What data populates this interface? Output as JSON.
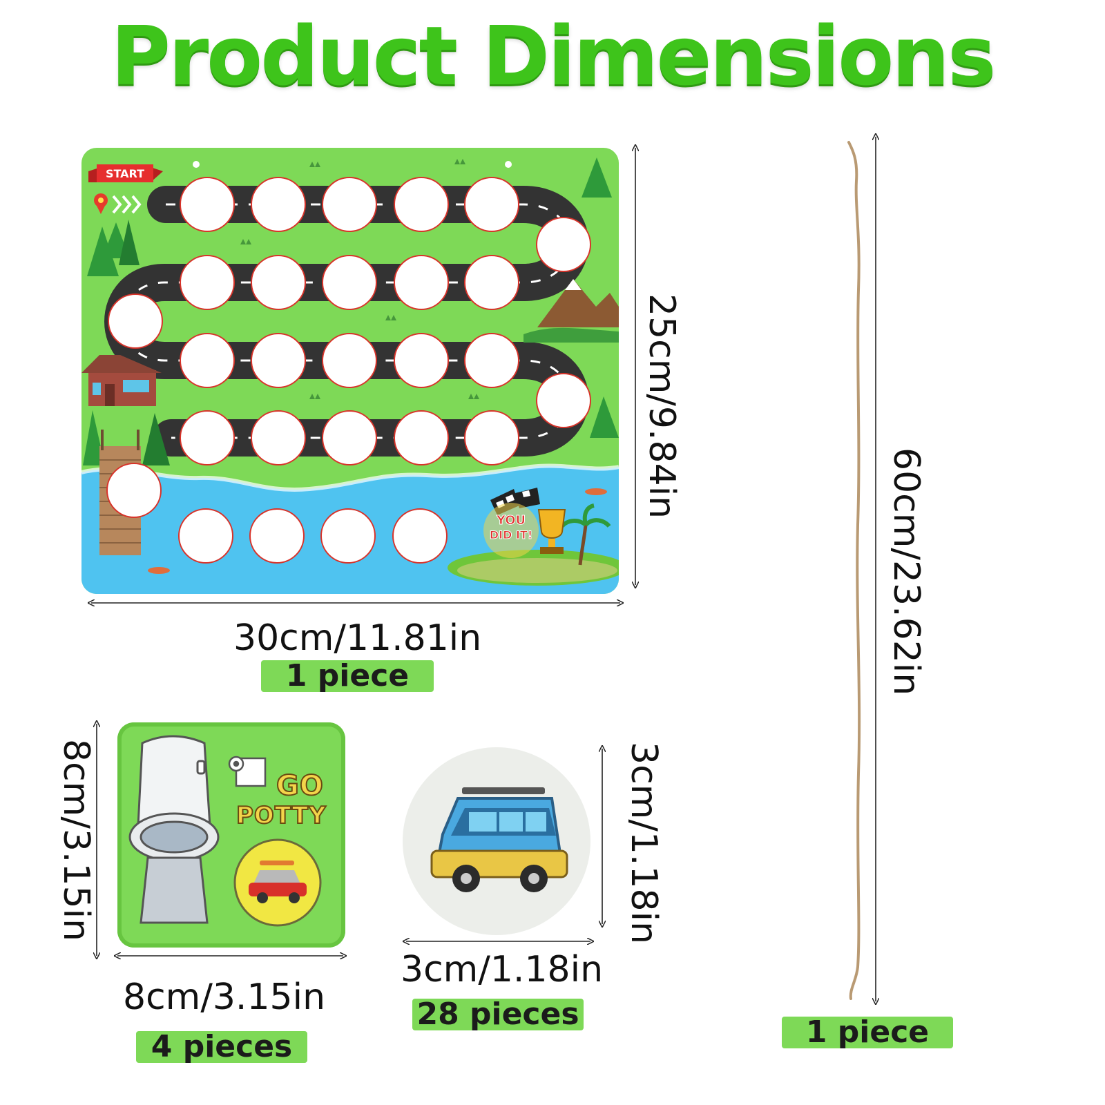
{
  "title": "Product Dimensions",
  "board": {
    "start_label": "START",
    "finish_text_1": "YOU",
    "finish_text_2": "DID IT!",
    "width_label": "30cm/11.81in",
    "height_label": "25cm/9.84in",
    "quantity_label": "1 piece",
    "sticker_slots": 28
  },
  "card": {
    "text_go": "GO",
    "text_potty": "POTTY",
    "width_label": "8cm/3.15in",
    "height_label": "8cm/3.15in",
    "quantity_label": "4 pieces"
  },
  "sticker": {
    "width_label": "3cm/1.18in",
    "height_label": "3cm/1.18in",
    "quantity_label": "28 pieces"
  },
  "rope": {
    "length_label": "60cm/23.62in",
    "quantity_label": "1 piece"
  },
  "colors": {
    "title_green": "#3ec41b",
    "badge_green": "#7ed957",
    "board_grass": "#7ed957",
    "water": "#4fc3f0",
    "road": "#333333",
    "slot_border": "#d8332a",
    "rope": "#b99a73"
  },
  "icons": [
    "start-flag-icon",
    "map-pin-icon",
    "chevron-arrows-icon",
    "tree-icon",
    "mountain-icon",
    "house-icon",
    "dock-icon",
    "checkered-flag-icon",
    "trophy-icon",
    "palm-tree-icon",
    "toilet-icon",
    "toilet-paper-icon",
    "car-icon",
    "van-icon"
  ]
}
